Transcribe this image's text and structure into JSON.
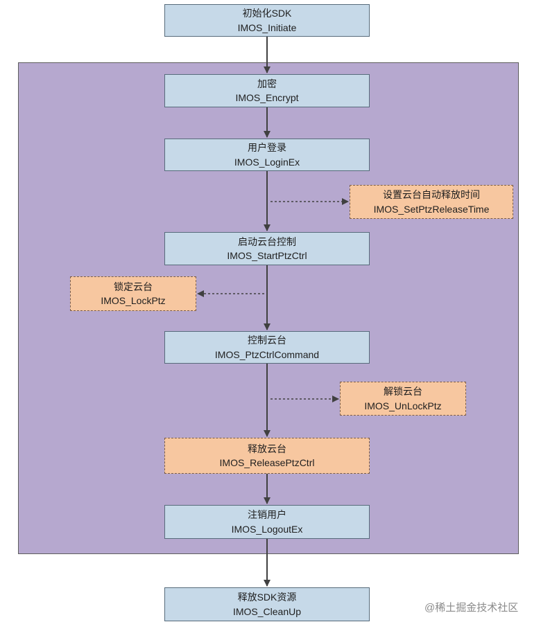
{
  "nodes": {
    "init_sdk": {
      "title": "初始化SDK",
      "api": "IMOS_Initiate"
    },
    "encrypt": {
      "title": "加密",
      "api": "IMOS_Encrypt"
    },
    "login": {
      "title": "用户登录",
      "api": "IMOS_LoginEx"
    },
    "set_release_time": {
      "title": "设置云台自动释放时间",
      "api": "IMOS_SetPtzReleaseTime"
    },
    "start_ptz": {
      "title": "启动云台控制",
      "api": "IMOS_StartPtzCtrl"
    },
    "lock_ptz": {
      "title": "锁定云台",
      "api": "IMOS_LockPtz"
    },
    "ptz_command": {
      "title": "控制云台",
      "api": "IMOS_PtzCtrlCommand"
    },
    "unlock_ptz": {
      "title": "解锁云台",
      "api": "IMOS_UnLockPtz"
    },
    "release_ptz": {
      "title": "释放云台",
      "api": "IMOS_ReleasePtzCtrl"
    },
    "logout": {
      "title": "注销用户",
      "api": "IMOS_LogoutEx"
    },
    "cleanup": {
      "title": "释放SDK资源",
      "api": "IMOS_CleanUp"
    }
  },
  "edges": [
    {
      "from": "init_sdk",
      "to": "encrypt",
      "style": "solid"
    },
    {
      "from": "encrypt",
      "to": "login",
      "style": "solid"
    },
    {
      "from": "login",
      "to": "start_ptz",
      "style": "solid"
    },
    {
      "from": "login",
      "to": "set_release_time",
      "style": "dotted",
      "optional": true
    },
    {
      "from": "start_ptz",
      "to": "ptz_command",
      "style": "solid"
    },
    {
      "from": "start_ptz",
      "to": "lock_ptz",
      "style": "dotted",
      "optional": true
    },
    {
      "from": "ptz_command",
      "to": "release_ptz",
      "style": "solid"
    },
    {
      "from": "ptz_command",
      "to": "unlock_ptz",
      "style": "dotted",
      "optional": true
    },
    {
      "from": "release_ptz",
      "to": "logout",
      "style": "solid"
    },
    {
      "from": "logout",
      "to": "cleanup",
      "style": "solid"
    }
  ],
  "colors": {
    "required_box_fill": "#c6d9e8",
    "optional_box_fill": "#f7c7a0",
    "container_fill": "#b6a8cf",
    "line": "#404040"
  },
  "watermark": "@稀土掘金技术社区"
}
